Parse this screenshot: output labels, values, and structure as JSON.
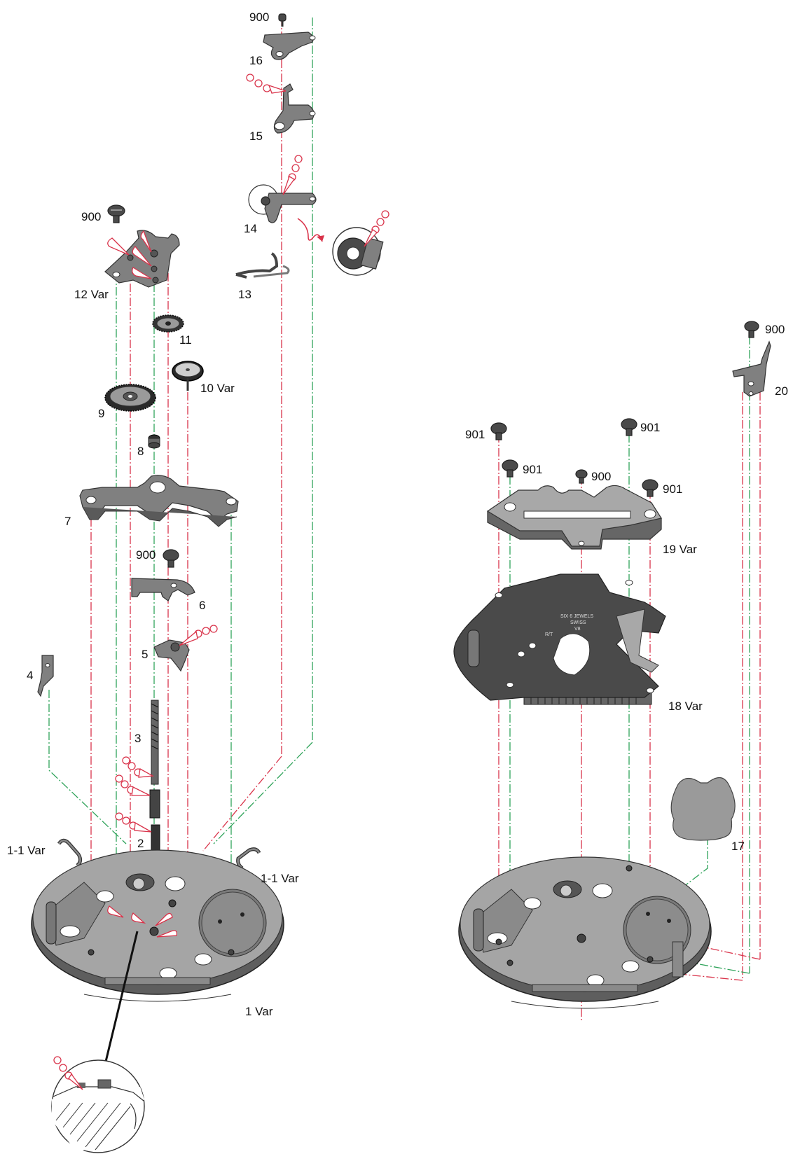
{
  "labels": {
    "l900a": "900",
    "l16": "16",
    "l15": "15",
    "l14": "14",
    "l13": "13",
    "l900b": "900",
    "l12": "12 Var",
    "l11": "11",
    "l10": "10 Var",
    "l9": "9",
    "l8": "8",
    "l7": "7",
    "l900c": "900",
    "l6": "6",
    "l5": "5",
    "l4": "4",
    "l3": "3",
    "l2": "2",
    "l11var_left": "1-1 Var",
    "l11var_right": "1-1 Var",
    "l1": "1 Var",
    "l900d": "900",
    "l20": "20",
    "l901a": "901",
    "l901b": "901",
    "l901c": "901",
    "l900e": "900",
    "l901d": "901",
    "l19": "19 Var",
    "l18": "18 Var",
    "l17": "17"
  },
  "engraving": {
    "line1": "SIX 6 JEWELS",
    "line2": "SWISS",
    "line3": "V8",
    "line4": "R/T"
  },
  "colors": {
    "red_axis": "#d9334a",
    "green_axis": "#2fa35a",
    "part_gray": "#808080",
    "part_dark": "#4a4a4a"
  }
}
